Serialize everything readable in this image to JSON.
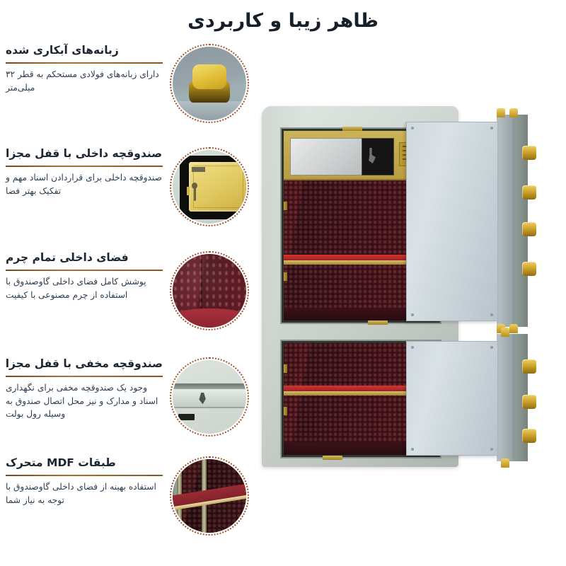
{
  "header": {
    "title": "ظاهر زیبا و کاربردی"
  },
  "accent_colors": {
    "heading": "#1b2631",
    "divider": "#8a5626",
    "dotted_border": "#a0522d",
    "body_text": "#2c3e50",
    "safe_body": "#c7cfc8",
    "door_panel": "#cfd8dd",
    "leather_red": "#5d171f",
    "gold": "#cdb357",
    "bolt_gold": "#e0b843"
  },
  "features": [
    {
      "id": "plated-bolts",
      "title": "زبانه‌های آبکاری شده",
      "description": "دارای زبانه‌های فولادی مستحکم به قطر ۳۲ میلی‌متر",
      "thumb": "gold-bolt-photo"
    },
    {
      "id": "internal-safe-box",
      "title": "صندوقچه داخلی با قفل مجزا",
      "description": "صندوقچه داخلی برای قراردادن اسناد مهم و تفکیک بهتر فضا",
      "thumb": "inner-gold-safe-photo"
    },
    {
      "id": "full-leather-interior",
      "title": "فضای داخلی تمام چرم",
      "description": "پوشش کامل فضای داخلی گاوصندوق با استفاده از چرم مصنوعی با کیفیت",
      "thumb": "red-leather-photo"
    },
    {
      "id": "hidden-compartment",
      "title": "صندوقچه مخفی با قفل مجزا",
      "description": "وجود یک صندوقچه مخفی برای نگهداری اسناد و مدارک و نیز محل اتصال صندوق به وسیله رول بولت",
      "thumb": "hidden-shelf-photo"
    },
    {
      "id": "movable-mdf-shelves",
      "title": "طبقات MDF متحرک",
      "description": "استفاده بهینه از فضای داخلی گاوصندوق با توجه به نیاز شما",
      "thumb": "mdf-shelf-photo"
    }
  ],
  "product_image": {
    "name": "two-door-safe-open",
    "alt": "گاوصندوق دو درب باز با فضای داخلی چرمی قرمز"
  }
}
